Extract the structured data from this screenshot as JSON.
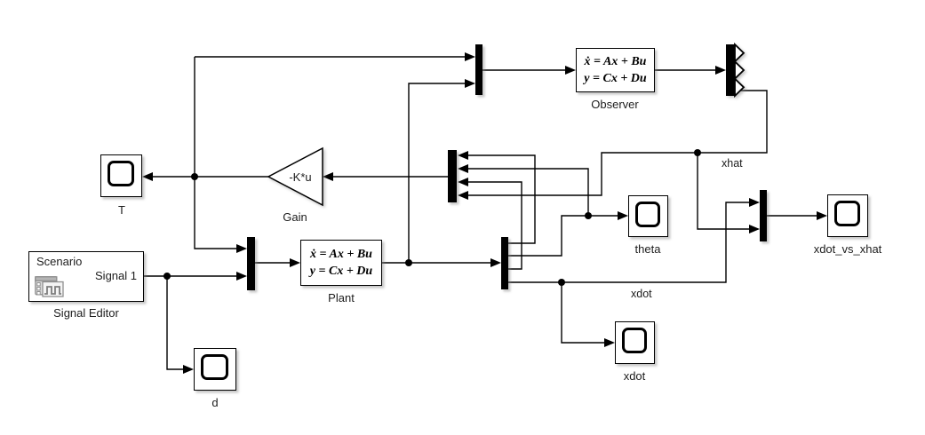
{
  "blocks": {
    "t_scope": {
      "label": "T"
    },
    "gain": {
      "label": "Gain",
      "value": "-K*u"
    },
    "signal_editor": {
      "label": "Signal Editor",
      "scenario_text": "Scenario",
      "port_label": "Signal 1"
    },
    "d_scope": {
      "label": "d"
    },
    "plant": {
      "label": "Plant",
      "eq_line1": "ẋ = Ax + Bu",
      "eq_line2": "y = Cx + Du"
    },
    "observer": {
      "label": "Observer",
      "eq_line1": "ẋ = Ax + Bu",
      "eq_line2": "y = Cx + Du"
    },
    "theta_scope": {
      "label": "theta"
    },
    "xdot_scope": {
      "label": "xdot"
    },
    "xdot_vs_xhat_scope": {
      "label": "xdot_vs_xhat"
    }
  },
  "wire_labels": {
    "xhat": "xhat",
    "xdot": "xdot"
  },
  "colors": {
    "line": "#000000",
    "block_fill": "#ffffff",
    "text": "#1c1c1c",
    "background": "#ffffff"
  }
}
